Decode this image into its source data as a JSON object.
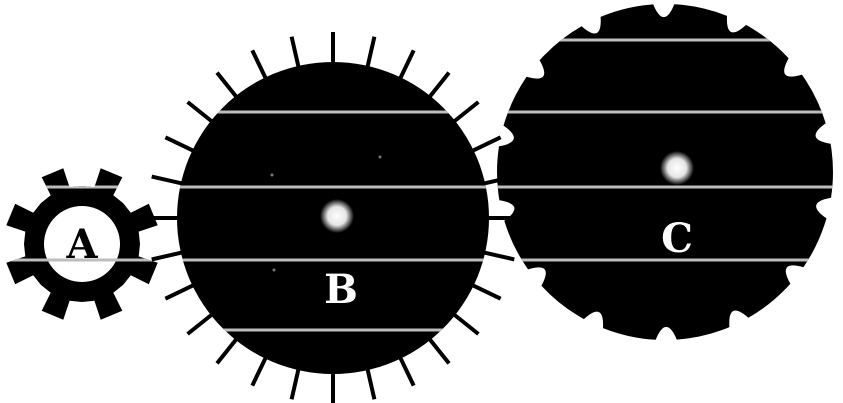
{
  "diagram": {
    "gears": [
      {
        "id": "A",
        "label": "A",
        "teeth": 8,
        "tooth_style": "square"
      },
      {
        "id": "B",
        "label": "B",
        "teeth": 28,
        "tooth_style": "spike"
      },
      {
        "id": "C",
        "label": "C",
        "teeth": 14,
        "tooth_style": "rounded-notch"
      }
    ],
    "colors": {
      "gear_fill": "#000000",
      "background": "#ffffff",
      "scanline": "#bdbdbd",
      "label": "#ffffff",
      "label_on_hub": "#000000"
    }
  }
}
